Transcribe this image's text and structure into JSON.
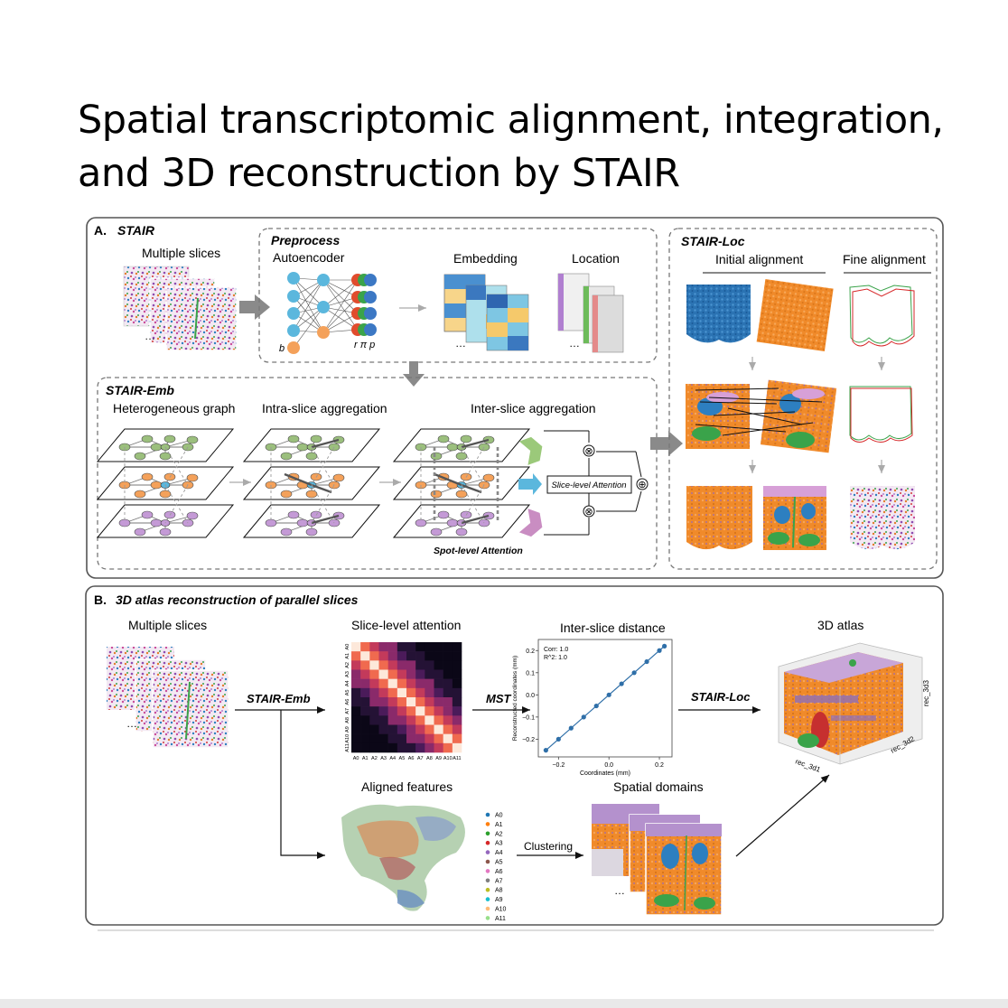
{
  "title": "Spatial transcriptomic alignment, integration, and 3D reconstruction by STAIR",
  "panelA": {
    "label": "A.",
    "name": "STAIR",
    "multiple_slices": "Multiple slices",
    "preprocess": {
      "title": "Preprocess",
      "autoencoder": "Autoencoder",
      "embedding": "Embedding",
      "location": "Location",
      "bias_label": "b",
      "output_label": "r π p",
      "ellipsis": "…"
    },
    "emb": {
      "title": "STAIR-Emb",
      "heterogeneous_graph": "Heterogeneous graph",
      "intra_slice": "Intra-slice aggregation",
      "inter_slice": "Inter-slice aggregation",
      "slice_level_attention": "Slice-level Attention",
      "spot_level_attention": "Spot-level Attention",
      "otimes": "⊗",
      "oplus": "⊕"
    },
    "loc": {
      "title": "STAIR-Loc",
      "initial_alignment": "Initial alignment",
      "fine_alignment": "Fine alignment"
    }
  },
  "panelB": {
    "label": "B.",
    "name": "3D atlas reconstruction of parallel slices",
    "multiple_slices": "Multiple slices",
    "stair_emb": "STAIR-Emb",
    "slice_level_attention": "Slice-level attention",
    "mst": "MST",
    "inter_slice_distance": "Inter-slice distance",
    "stair_loc": "STAIR-Loc",
    "atlas_3d": "3D atlas",
    "aligned_features": "Aligned features",
    "clustering": "Clustering",
    "spatial_domains": "Spatial domains",
    "legend": [
      "A0",
      "A1",
      "A2",
      "A3",
      "A4",
      "A5",
      "A6",
      "A7",
      "A8",
      "A9",
      "A10",
      "A11"
    ],
    "legend_colors": [
      "#1f77b4",
      "#ff7f0e",
      "#2ca02c",
      "#d62728",
      "#9467bd",
      "#8c564b",
      "#e377c2",
      "#7f7f7f",
      "#bcbd22",
      "#17becf",
      "#ffbb78",
      "#98df8a"
    ],
    "heatmap_labels": [
      "A0",
      "A1",
      "A2",
      "A3",
      "A4",
      "A5",
      "A6",
      "A7",
      "A8",
      "A9",
      "A10",
      "A11"
    ],
    "distance_plot": {
      "corr": "Corr: 1.0",
      "r2": "R^2: 1.0",
      "xlabel": "Coordinates (mm)",
      "ylabel": "Reconstructed coordinates (mm)",
      "xticks": [
        "−0.2",
        "0.0",
        "0.2"
      ],
      "yticks": [
        "0.2",
        "0.1",
        "0.0",
        "−0.1",
        "−0.2"
      ],
      "points": [
        -0.25,
        -0.2,
        -0.15,
        -0.1,
        -0.05,
        0.0,
        0.05,
        0.1,
        0.15,
        0.2,
        0.22
      ]
    },
    "axis_3d": [
      "rec_3d1",
      "rec_3d2",
      "rec_3d3"
    ]
  },
  "colors": {
    "box_border": "#555555",
    "dashed_border": "#777777",
    "arrow_gray": "#8a8a8a",
    "node_blue": "#4aa3d8",
    "node_orange": "#f4a15a",
    "orange_spots": "#f28e2b",
    "blue_spots": "#1f6fb4"
  }
}
